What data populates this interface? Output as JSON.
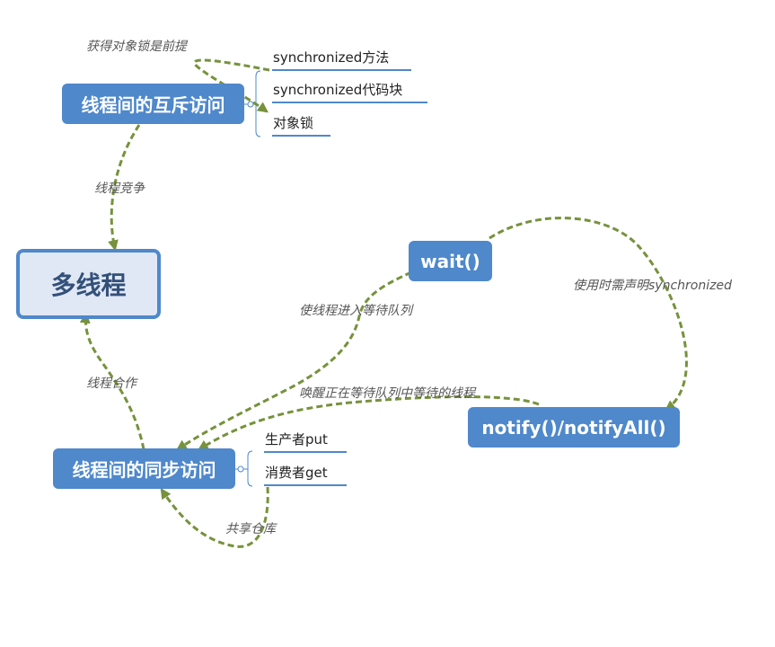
{
  "central": {
    "label": "多线程"
  },
  "topics": {
    "mutex": {
      "label": "线程间的互斥访问"
    },
    "sync": {
      "label": "线程间的同步访问"
    },
    "wait": {
      "label": "wait()"
    },
    "notify": {
      "label": "notify()/notifyAll()"
    }
  },
  "mutex_children": [
    "synchronized方法",
    "synchronized代码块",
    "对象锁"
  ],
  "sync_children": [
    "生产者put",
    "消费者get"
  ],
  "relations": {
    "lock_prereq": "获得对象锁是前提",
    "compete": "线程竞争",
    "cooperate": "线程合作",
    "enter_queue": "使线程进入等待队列",
    "declare_sync": "使用时需声明synchronized",
    "wake_up": "唤醒正在等待队列中等待的线程",
    "shared_store": "共享仓库"
  },
  "colors": {
    "topic_fill": "#4f88cb",
    "central_fill": "#dfe8f4",
    "central_text": "#33507a",
    "relation_line": "#76923c",
    "label_text": "#555555"
  }
}
